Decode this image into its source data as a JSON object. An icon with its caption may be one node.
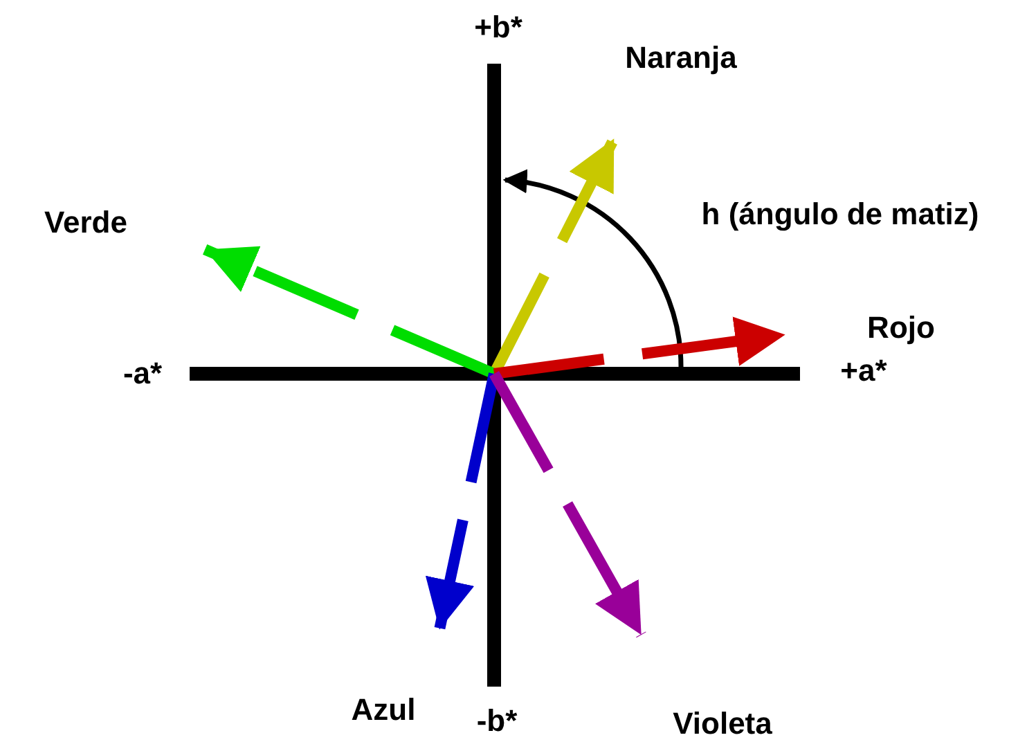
{
  "diagram": {
    "nodes": [
      {
        "text": [
          "Naranja"
        ]
      },
      {
        "text": [
          "Verde"
        ]
      },
      {
        "text": [
          "Rojo"
        ]
      },
      {
        "text": [
          "Azul"
        ]
      },
      {
        "text": [
          "Violeta"
        ]
      }
    ],
    "edges": [
      {
        "from": null,
        "to": 0,
        "arrow": "to",
        "style": "dashed",
        "color": "#c8c800"
      },
      {
        "from": null,
        "to": 1,
        "arrow": "to",
        "style": "dashed",
        "color": "#00dd00"
      },
      {
        "from": null,
        "to": 2,
        "arrow": "to",
        "style": "dashed",
        "color": "#cc0000"
      },
      {
        "from": null,
        "to": 3,
        "arrow": "to",
        "style": "dashed",
        "color": "#0000cc"
      },
      {
        "from": null,
        "to": 4,
        "arrow": "to",
        "style": "dashed",
        "color": "#990099"
      }
    ],
    "labels": [
      "+b*",
      "h (ángulo de matiz)",
      "-a*",
      "+a*",
      "-b*"
    ]
  }
}
